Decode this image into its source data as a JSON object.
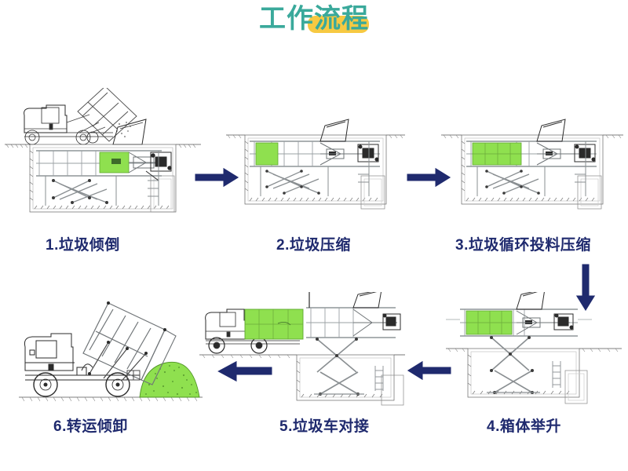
{
  "title": {
    "full": "工作流程",
    "plain_part": "工作",
    "highlight_part": "流程",
    "text_color": "#3aa99b",
    "highlight_color": "#f7c942"
  },
  "colors": {
    "label_navy": "#1f2a6e",
    "arrow_navy": "#1f2a6e",
    "garbage_green": "#8fe04f",
    "garbage_green_light": "#a6e97a",
    "line_dark": "#2b2b2b",
    "line_grey": "#8f9699",
    "background": "#ffffff"
  },
  "steps": [
    {
      "index": "1",
      "label": "1.垃圾倾倒",
      "name": "step-1-garbage-dumping"
    },
    {
      "index": "2",
      "label": "2.垃圾压缩",
      "name": "step-2-garbage-compression"
    },
    {
      "index": "3",
      "label": "3.垃圾循环投料压缩",
      "name": "step-3-cyclic-feeding-compression"
    },
    {
      "index": "4",
      "label": "4.箱体举升",
      "name": "step-4-container-lifting"
    },
    {
      "index": "5",
      "label": "5.垃圾车对接",
      "name": "step-5-truck-docking"
    },
    {
      "index": "6",
      "label": "6.转运倾卸",
      "name": "step-6-transfer-unloading"
    }
  ],
  "arrows": [
    {
      "name": "arrow-step1-to-step2",
      "direction": "right"
    },
    {
      "name": "arrow-step2-to-step3",
      "direction": "right"
    },
    {
      "name": "arrow-step3-to-step4",
      "direction": "down"
    },
    {
      "name": "arrow-step4-to-step5",
      "direction": "left"
    },
    {
      "name": "arrow-step5-to-step6",
      "direction": "left"
    }
  ],
  "diagram_notes": {
    "type": "process-flow-illustration",
    "subject": "underground garbage compaction transfer station workflow",
    "panel_1_desc": "collection truck tipping garbage into underground hopper",
    "panel_2_desc": "compaction ram pressing garbage into container (small green block)",
    "panel_3_desc": "repeated feeding and compression (large green block)",
    "panel_4_desc": "scissor lift raising filled container above ground",
    "panel_5_desc": "transfer truck docking and receiving the filled container",
    "panel_6_desc": "transfer truck tipping and unloading the compacted garbage pile"
  }
}
